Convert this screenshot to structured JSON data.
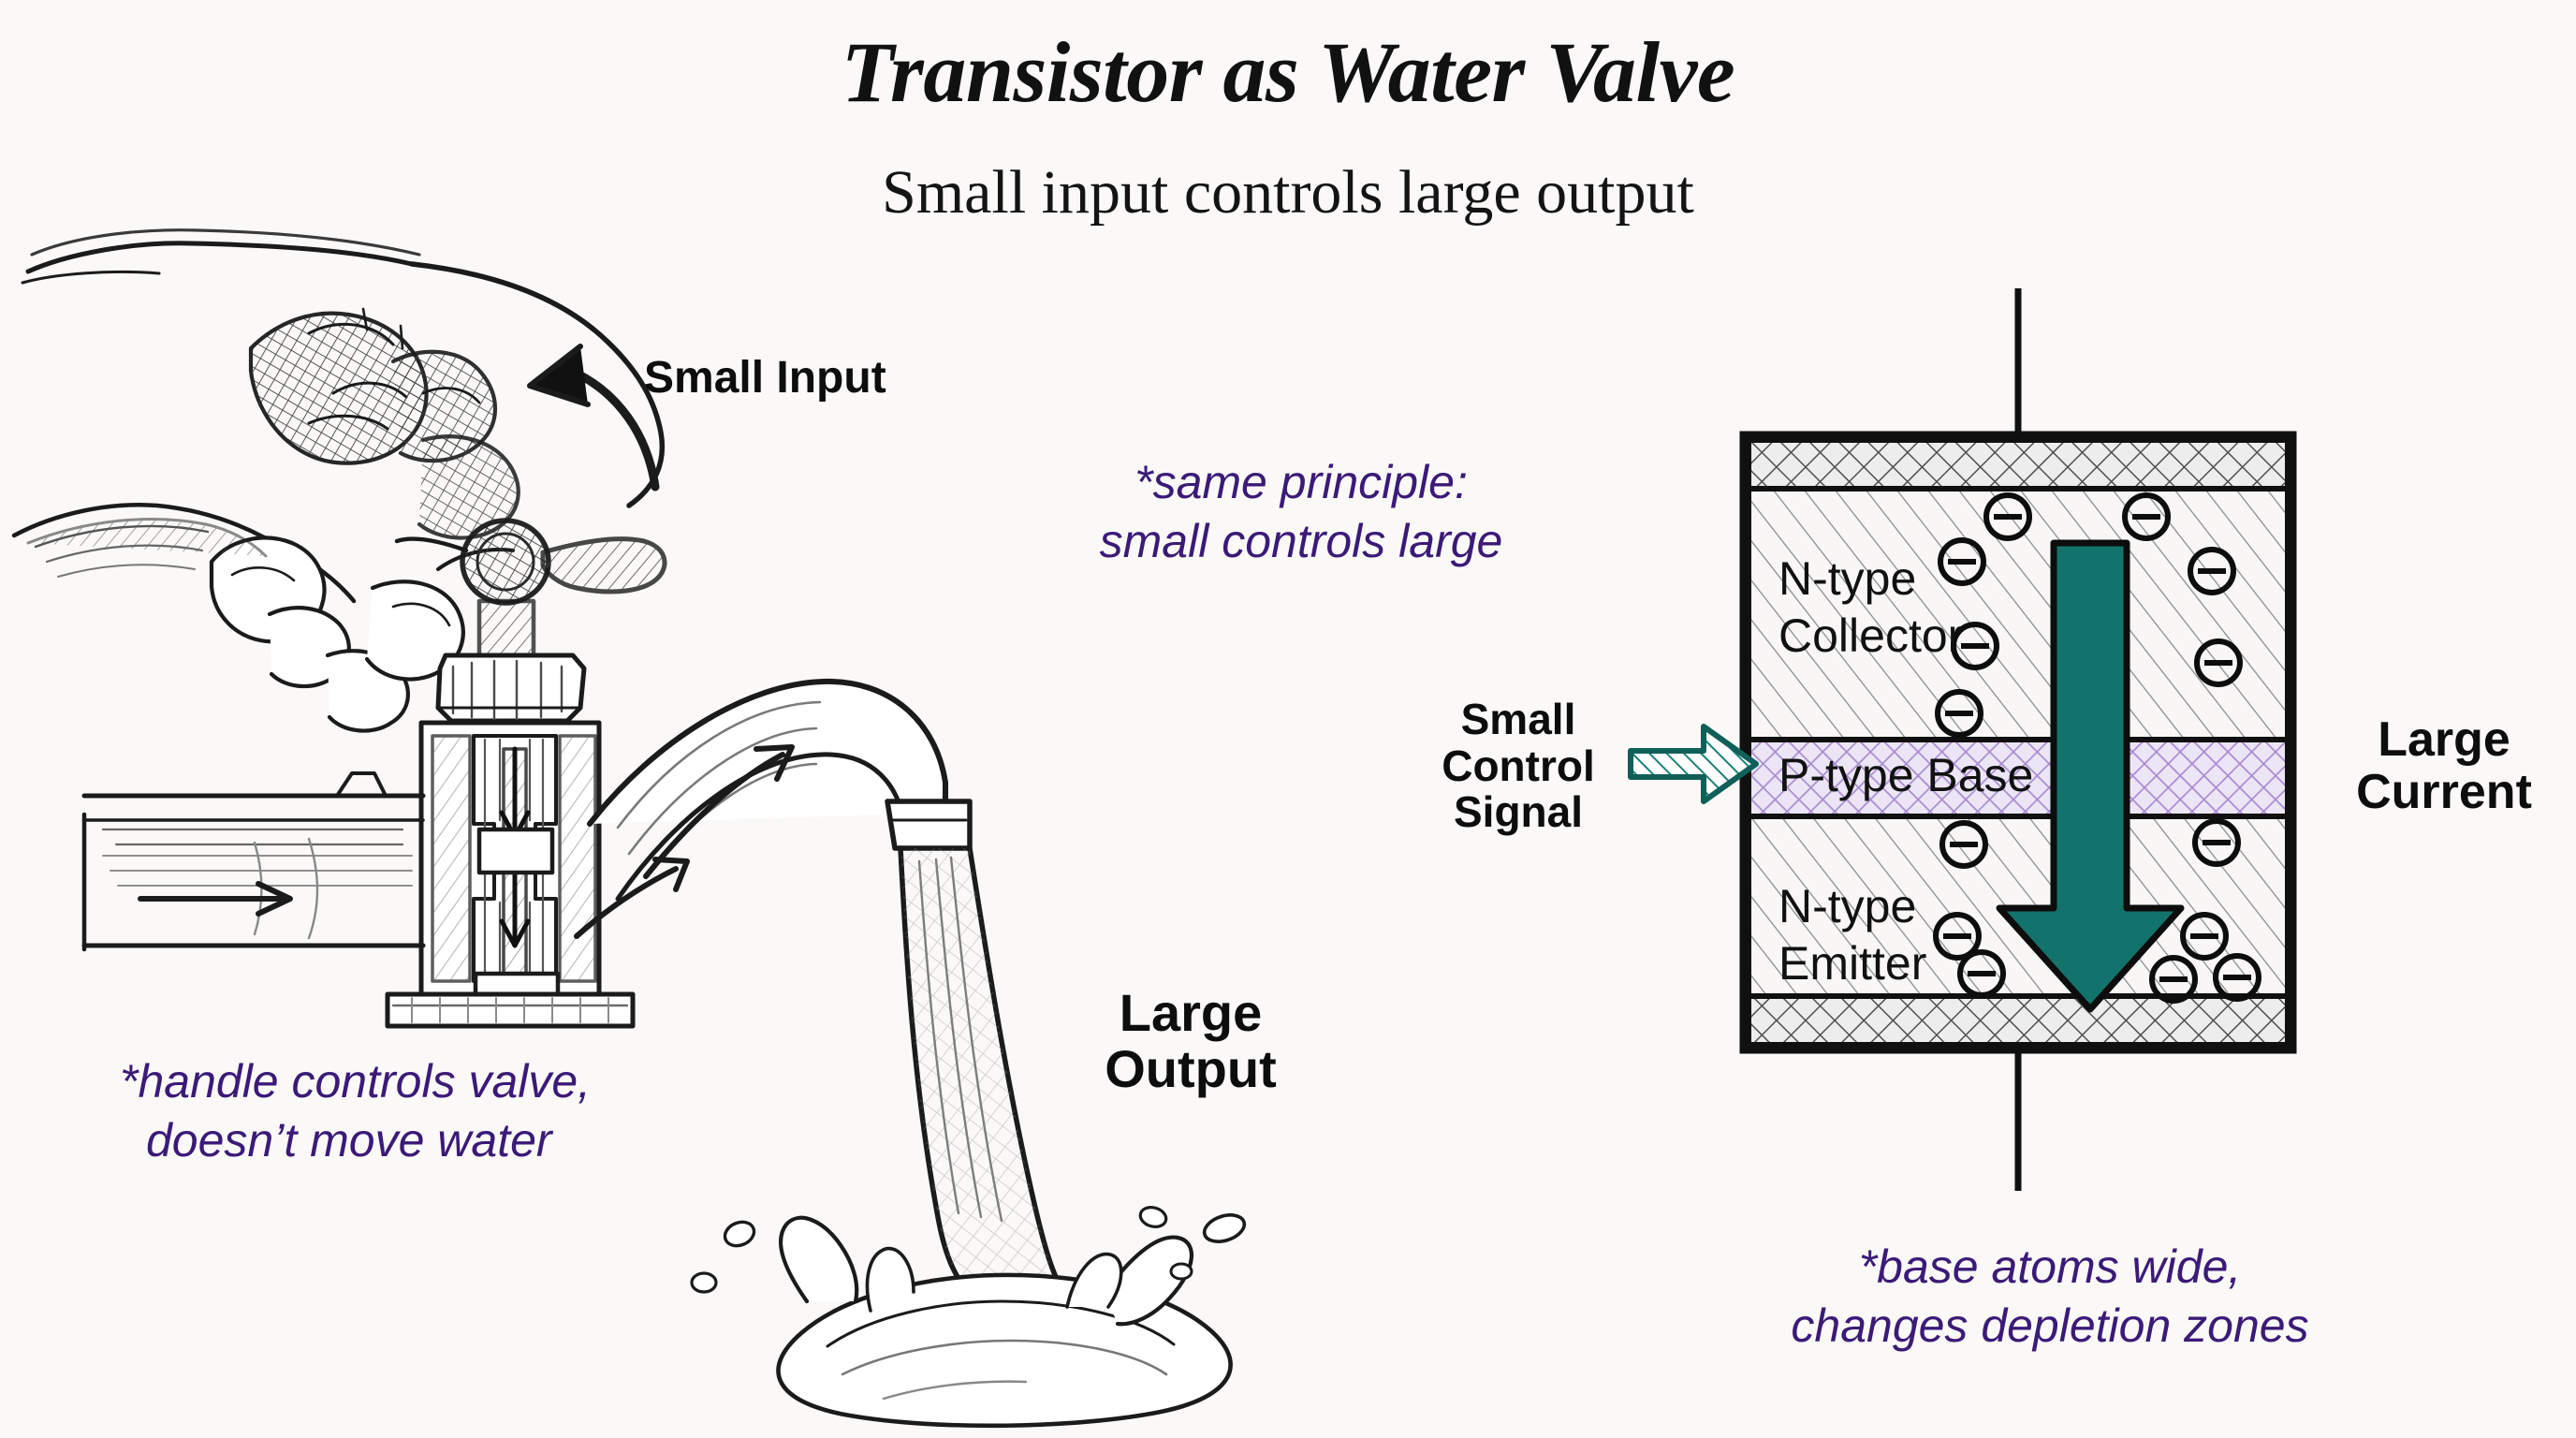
{
  "page": {
    "background_color": "#faf9f7",
    "title": "Transistor as Water Valve",
    "subtitle": "Small input controls large output"
  },
  "colors": {
    "ink": "#0d0d0d",
    "note_purple": "#3b1a78",
    "arrow_teal": "#12736c",
    "base_purple": "#a48bc9",
    "base_fill": "#e8e0f2",
    "silicon_fill": "#f7f6f4",
    "contact_fill": "#ebebeb"
  },
  "left_panel": {
    "name": "faucet-valve-sketch",
    "description": "hand-drawn pencil sketch of a hand turning a faucet handle with water pouring out",
    "labels": {
      "small_input": "Small Input",
      "large_output": "Large Output"
    },
    "note": "*handle controls valve,\ndoesn’t move water",
    "note_lines": [
      "*handle controls valve,",
      "doesn’t move water"
    ]
  },
  "center_note": {
    "name": "same-principle-note",
    "lines": [
      "*same principle:",
      "small controls large"
    ]
  },
  "right_panel": {
    "name": "npn-transistor-diagram",
    "labels": {
      "small_control_signal": "Small\nControl\nSignal",
      "small_control_signal_lines": [
        "Small",
        "Control",
        "Signal"
      ],
      "large_current": "Large\nCurrent",
      "large_current_lines": [
        "Large",
        "Current"
      ]
    },
    "layers": [
      {
        "id": "collector",
        "label": "N-type\nCollector",
        "label_lines": [
          "N-type",
          "Collector"
        ],
        "type": "N",
        "fill": "#f7f6f4"
      },
      {
        "id": "base",
        "label": "P-type Base",
        "label_lines": [
          "P-type Base"
        ],
        "type": "P",
        "fill": "#e8e0f2"
      },
      {
        "id": "emitter",
        "label": "N-type\nEmitter",
        "label_lines": [
          "N-type",
          "Emitter"
        ],
        "type": "N",
        "fill": "#f7f6f4"
      }
    ],
    "electron_symbol": "⊖",
    "electron_count": 14,
    "current_arrow": {
      "name": "large-current-arrow",
      "direction": "down",
      "color": "#12736c"
    },
    "control_arrow": {
      "name": "small-control-arrow",
      "direction": "right",
      "color": "#12736c"
    },
    "terminals": [
      "top-collector-lead",
      "bottom-emitter-lead"
    ],
    "note_lines": [
      "*base atoms wide,",
      "changes depletion zones"
    ]
  }
}
